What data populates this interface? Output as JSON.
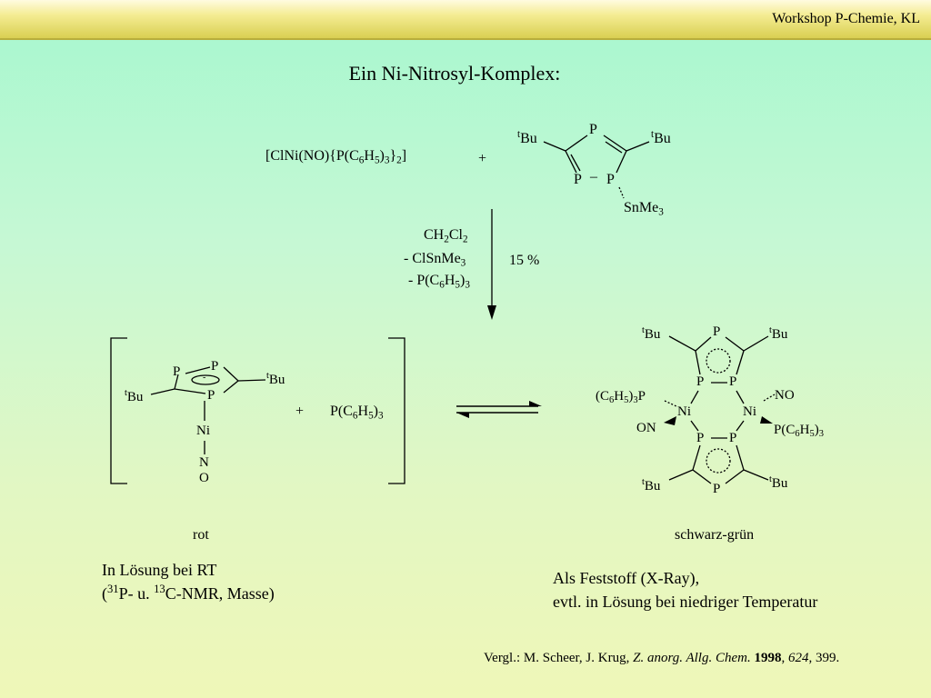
{
  "header": {
    "text": "Workshop P-Chemie, KL"
  },
  "slide": {
    "title": "Ein Ni-Nitrosyl-Komplex:"
  },
  "reactants": {
    "complex": {
      "pre": "[ClNi(NO){P(C",
      "s1": "6",
      "m1": "H",
      "s2": "5",
      "m2": ")",
      "s3": "3",
      "m3": "}",
      "s4": "2",
      "post": "]"
    },
    "plus": "+",
    "ring": {
      "p_top": "P",
      "p_left": "P",
      "p_right": "P",
      "bond": "–",
      "tbu_left_sup": "t",
      "tbu_left": "Bu",
      "tbu_right_sup": "t",
      "tbu_right": "Bu",
      "snme": "SnMe",
      "snme_sub": "3"
    }
  },
  "conditions": {
    "c1": {
      "a": "CH",
      "s1": "2",
      "b": "Cl",
      "s2": "2"
    },
    "c2": {
      "a": "- ClSnMe",
      "s1": "3"
    },
    "c3": {
      "a": "- P(C",
      "s1": "6",
      "b": "H",
      "s2": "5",
      "c": ")",
      "s3": "3"
    },
    "yield": "15 %"
  },
  "left_product": {
    "p1": "P",
    "p2": "P",
    "p3": "P",
    "charge": "-",
    "tbu_right_sup": "t",
    "tbu_right": "Bu",
    "tbu_left_sup": "t",
    "tbu_left": "Bu",
    "ni": "Ni",
    "n": "N",
    "o": "O",
    "plus": "+",
    "phosphine": {
      "a": "P(C",
      "s1": "6",
      "b": "H",
      "s2": "5",
      "c": ")",
      "s3": "3"
    },
    "color_label": "rot",
    "note1": "In Lösung bei RT",
    "note2": {
      "open": "(",
      "iso1": "31",
      "p": "P- u. ",
      "iso2": "13",
      "rest": "C-NMR, Masse)"
    }
  },
  "right_product": {
    "p_top": "P",
    "p_bot": "P",
    "p_ul": "P",
    "p_ur": "P",
    "p_ll": "P",
    "p_lr": "P",
    "tbu_sup": "t",
    "tbu": "Bu",
    "ni_left": "Ni",
    "ni_right": "Ni",
    "phos_left": {
      "a": "(C",
      "s1": "6",
      "b": "H",
      "s2": "5",
      "c": ")",
      "s3": "3",
      "d": "P"
    },
    "phos_right": {
      "a": "P(C",
      "s1": "6",
      "b": "H",
      "s2": "5",
      "c": ")",
      "s3": "3"
    },
    "no_left": "ON",
    "no_right": "NO",
    "color_label": "schwarz-grün",
    "note1": "Als Feststoff (X-Ray),",
    "note2": "evtl. in Lösung bei niedriger Temperatur"
  },
  "reference": {
    "prefix": "Vergl.: M. Scheer, J. Krug, ",
    "journal": "Z. anorg. Allg. Chem.",
    "year": "1998",
    "sep1": ", ",
    "volume": "624",
    "pages": ", 399."
  }
}
